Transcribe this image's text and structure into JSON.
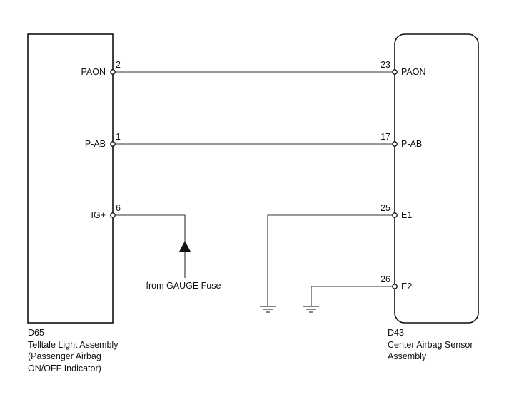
{
  "left_component": {
    "code": "D65",
    "name_lines": [
      "Telltale Light Assembly",
      "(Passenger Airbag",
      "ON/OFF Indicator)"
    ],
    "pins": [
      {
        "name": "PAON",
        "number": "2"
      },
      {
        "name": "P-AB",
        "number": "1"
      },
      {
        "name": "IG+",
        "number": "6"
      }
    ]
  },
  "right_component": {
    "code": "D43",
    "name_lines": [
      "Center Airbag Sensor",
      "Assembly"
    ],
    "pins": [
      {
        "name": "PAON",
        "number": "23"
      },
      {
        "name": "P-AB",
        "number": "17"
      },
      {
        "name": "E1",
        "number": "25"
      },
      {
        "name": "E2",
        "number": "26"
      }
    ]
  },
  "power_source": "from GAUGE Fuse",
  "connections": [
    {
      "from": "D65 PAON (2)",
      "to": "D43 PAON (23)"
    },
    {
      "from": "D65 P-AB (1)",
      "to": "D43 P-AB (17)"
    },
    {
      "from": "D65 IG+ (6)",
      "to": "from GAUGE Fuse"
    },
    {
      "from": "D43 E1 (25)",
      "to": "ground"
    },
    {
      "from": "D43 E2 (26)",
      "to": "ground"
    }
  ]
}
